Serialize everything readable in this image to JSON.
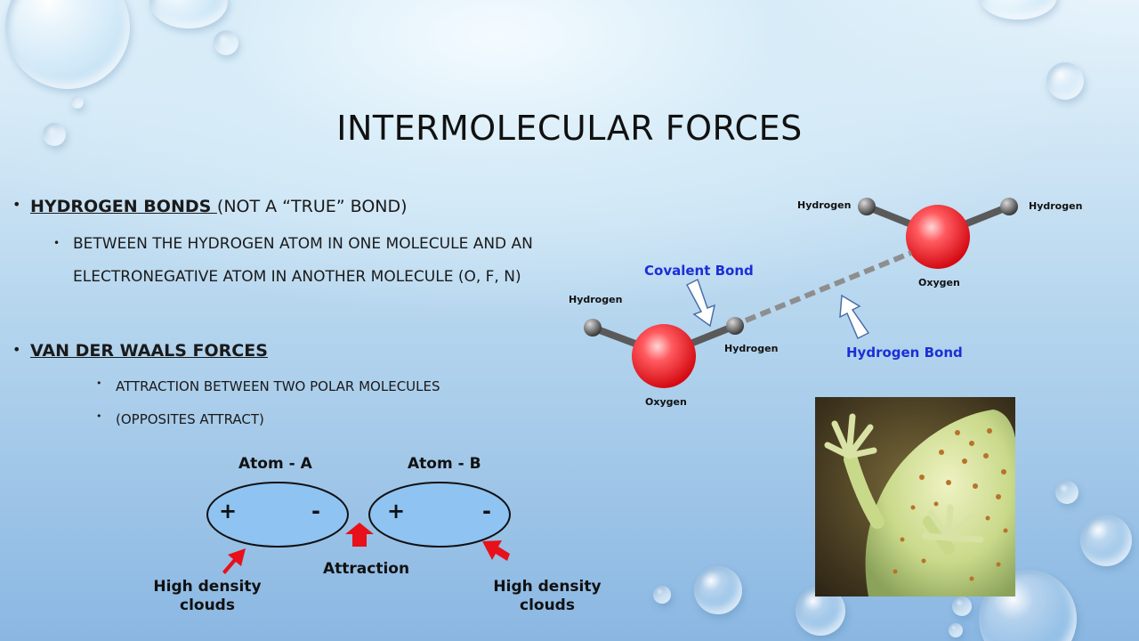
{
  "slide": {
    "title": "INTERMOLECULAR FORCES",
    "bullets": {
      "hydrogen_heading": "HYDROGEN BONDS ",
      "hydrogen_note": "(NOT A “TRUE” BOND)",
      "hydrogen_detail": "BETWEEN THE HYDROGEN ATOM IN ONE MOLECULE AND AN ELECTRONEGATIVE ATOM IN ANOTHER MOLECULE (O, F, N)",
      "vdw_heading": "VAN DER WAALS FORCES",
      "vdw_detail_1": "ATTRACTION BETWEEN TWO POLAR MOLECULES",
      "vdw_detail_2": "(OPPOSITES ATTRACT)"
    }
  },
  "water_diagram": {
    "hydrogen_label": "Hydrogen",
    "oxygen_label": "Oxygen",
    "covalent_bond_label": "Covalent Bond",
    "hydrogen_bond_label": "Hydrogen Bond",
    "label_color": "#1a2fd6",
    "oxygen_color": "#e8141c"
  },
  "dipole_diagram": {
    "atom_a": "Atom - A",
    "atom_b": "Atom - B",
    "plus": "+",
    "minus": "-",
    "attraction": "Attraction",
    "high_density_line1": "High density",
    "high_density_line2": "clouds",
    "arrow_color": "#e8101a",
    "ellipse_fill": "#8fc3f2"
  },
  "photo": {
    "subject": "gecko-photo"
  }
}
